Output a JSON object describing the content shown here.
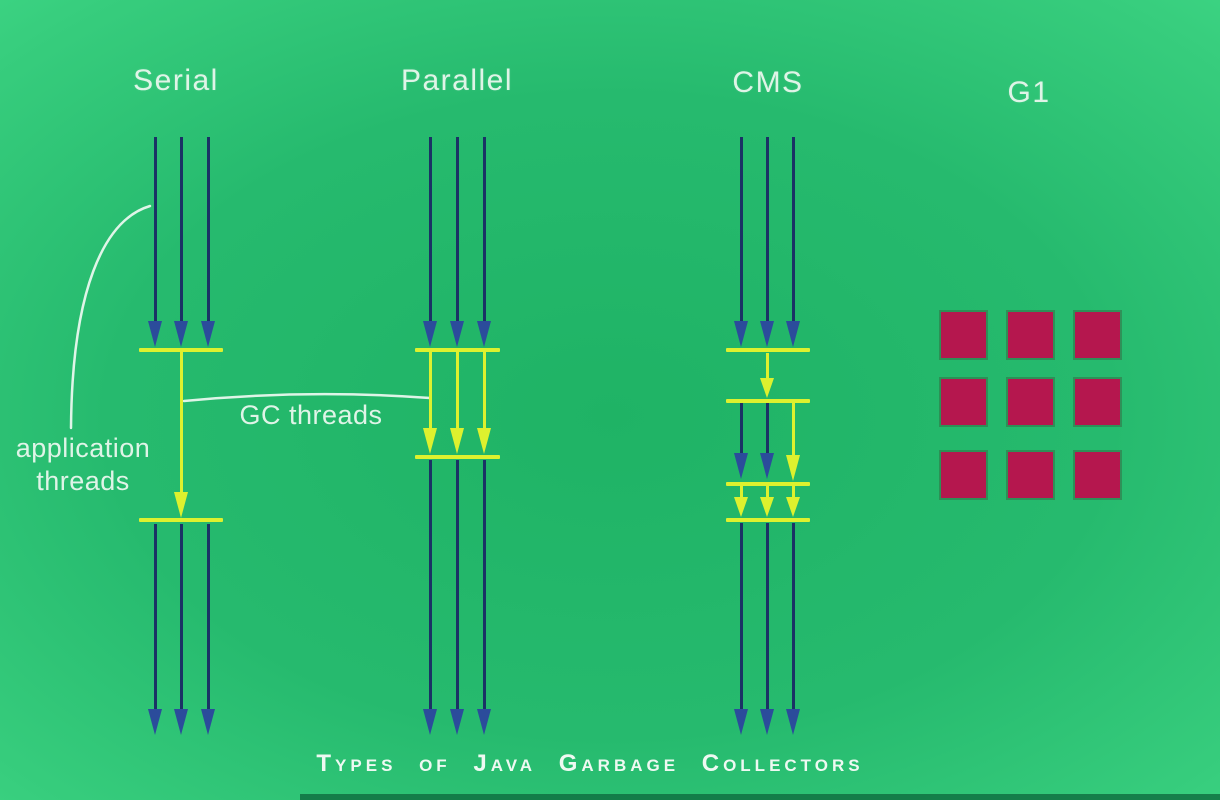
{
  "title": "Types of Java Garbage Collectors",
  "columns": [
    {
      "label": "Serial",
      "phases": {
        "top_app_arrows": 3,
        "gc_arrows": 1,
        "bottom_app_arrows": 3
      }
    },
    {
      "label": "Parallel",
      "phases": {
        "top_app_arrows": 3,
        "gc_arrows": 3,
        "bottom_app_arrows": 3
      }
    },
    {
      "label": "CMS",
      "phases": {
        "top_app_arrows": 3,
        "initial_mark_arrows": 1,
        "concurrent_app_arrows": 2,
        "concurrent_gc_arrows": 1,
        "remark_arrows": 3,
        "bottom_app_arrows": 3
      }
    },
    {
      "label": "G1",
      "grid": {
        "rows": 3,
        "cols": 3,
        "region_count": 9
      }
    }
  ],
  "annotations": {
    "application_threads": "application\nthreads",
    "gc_threads": "GC threads"
  },
  "colors": {
    "background_center": "#1fb365",
    "background_edge": "#41da88",
    "app_thread": "#1a3265",
    "app_thread_head": "#2b4c9b",
    "gc_thread": "#ddf12e",
    "label_text": "#dff4e7",
    "g1_region": "#b5174e",
    "bottom_strip": "#0e6b3e"
  }
}
